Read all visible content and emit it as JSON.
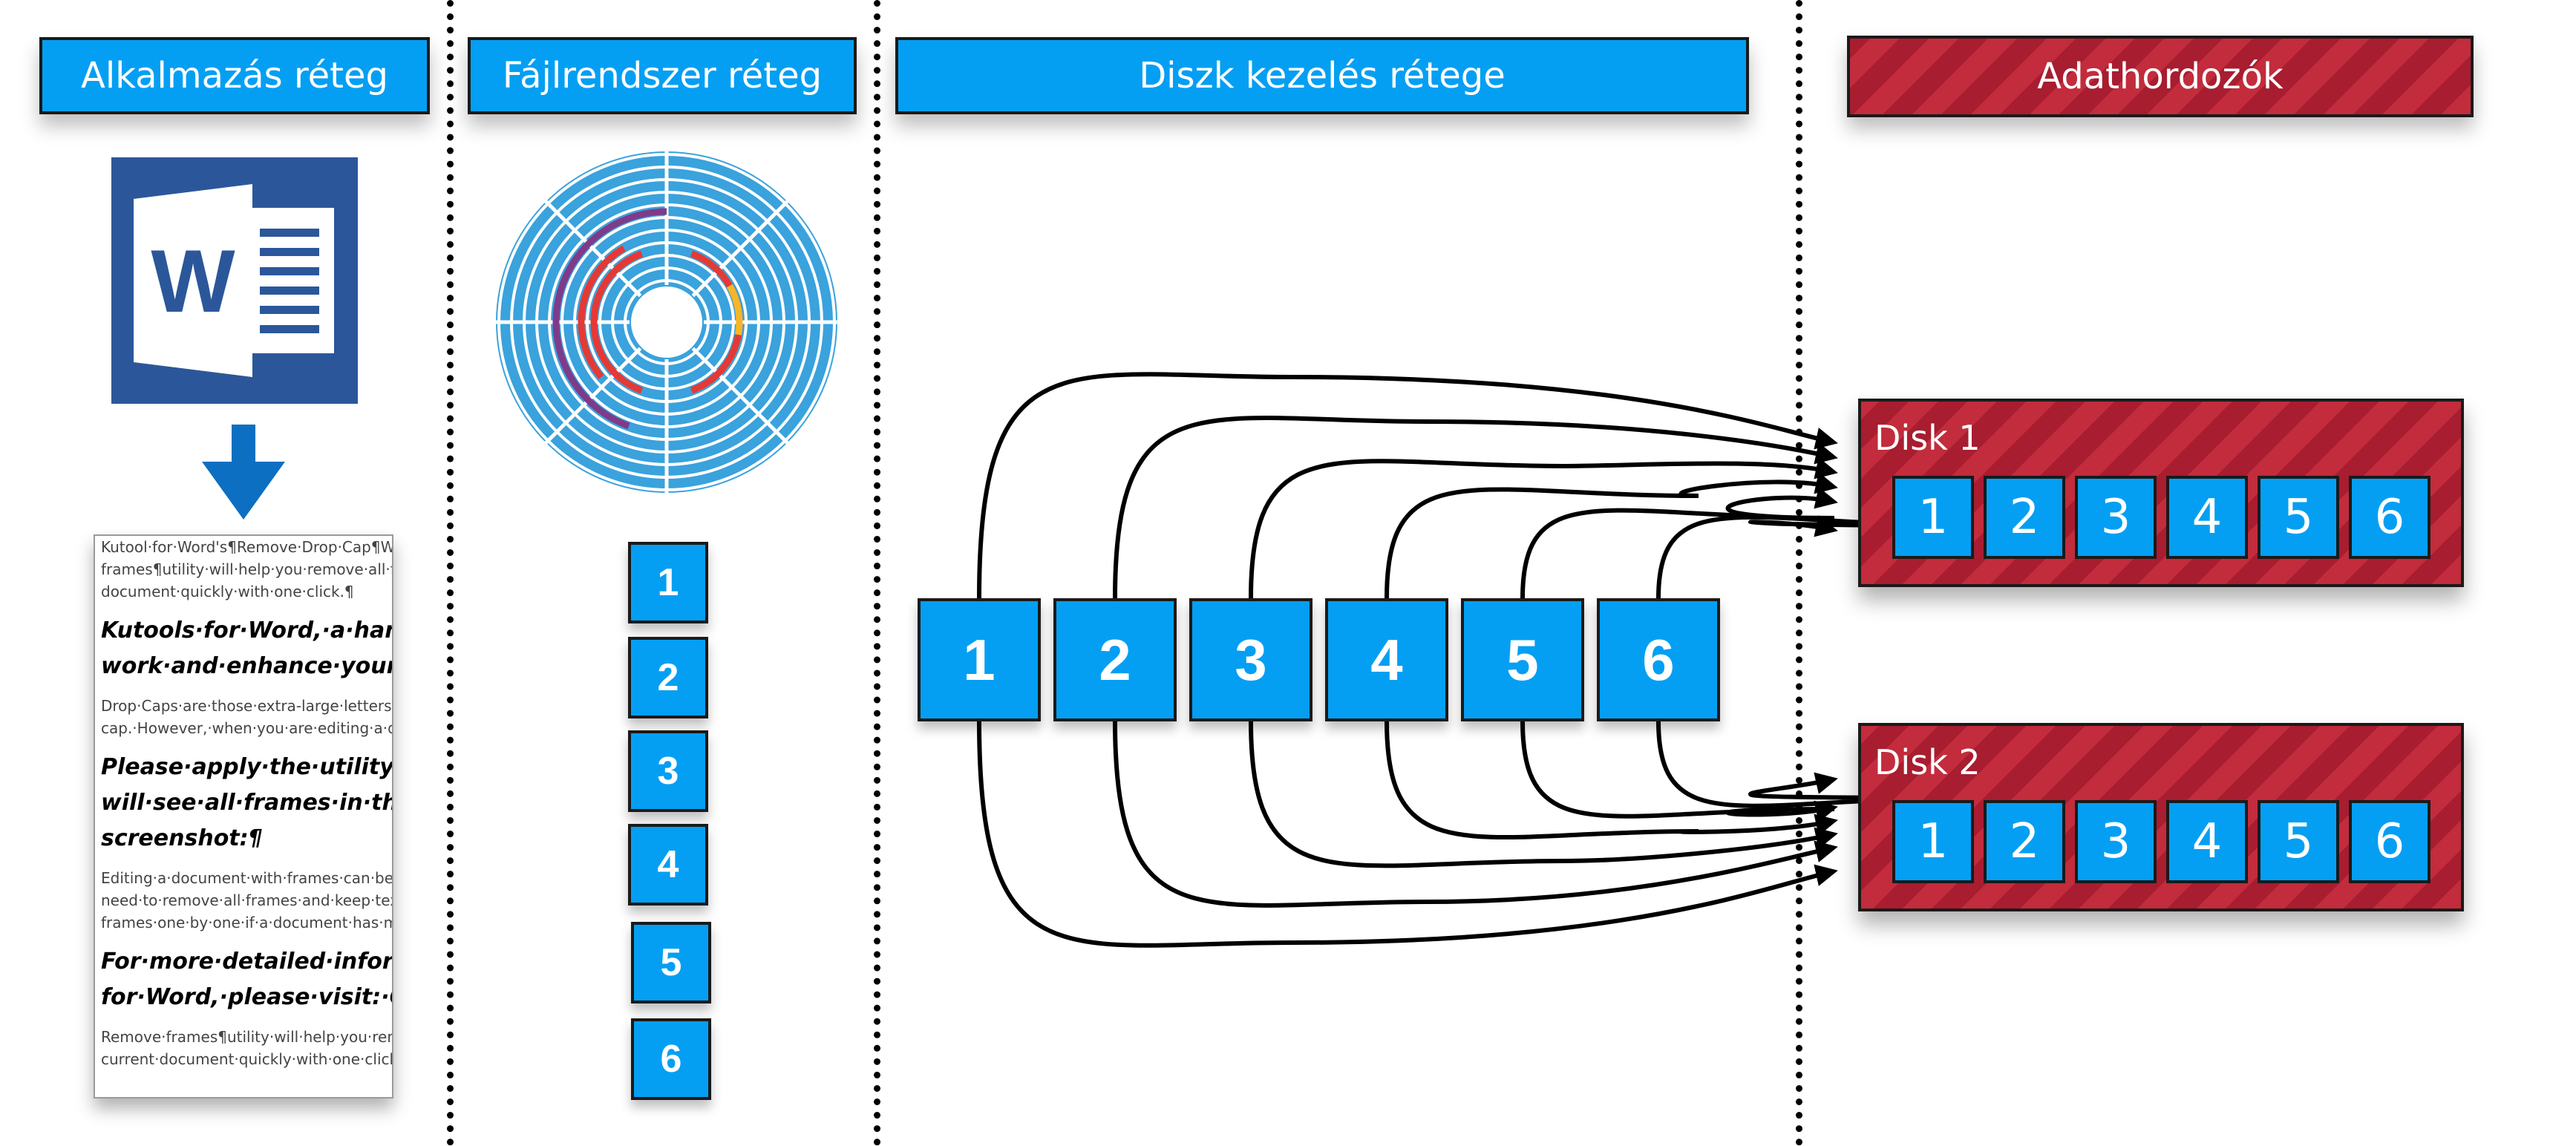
{
  "headers": {
    "app_layer": "Alkalmazás réteg",
    "fs_layer": "Fájlrendszer réteg",
    "disk_mgmt_layer": "Diszk kezelés rétege",
    "media": "Adathordozók"
  },
  "colors": {
    "blue": "#049ff3",
    "red": "#c22c3c",
    "word_blue": "#2b579a",
    "arrow_blue": "#0d6fc2"
  },
  "icons": [
    "word-icon",
    "down-arrow-icon",
    "disk-platter-icon"
  ],
  "word_icon_letter": "W",
  "document_lines": [
    {
      "style": "small",
      "text": "Kutool·for·Word's¶Remove·Drop·Cap¶W"
    },
    {
      "style": "small",
      "text": "frames¶utility·will·help·you·remove·all·fran"
    },
    {
      "style": "small",
      "text": "document·quickly·with·one·click.¶"
    },
    {
      "style": "big",
      "text": "Kutools·for·Word,·a·handy·add"
    },
    {
      "style": "big",
      "text": "work·and·enhance·your·ability"
    },
    {
      "style": "small",
      "text": "Drop·Caps·are·those·extra-large·letters·a"
    },
    {
      "style": "small",
      "text": "cap.·However,·when·you·are·editing·a·do"
    },
    {
      "style": "big",
      "text": "Please·apply·the·utility·by·click"
    },
    {
      "style": "big",
      "text": "will·see·all·frames·in·the·docur"
    },
    {
      "style": "big",
      "text": "screenshot:¶"
    },
    {
      "style": "small",
      "text": "Editing·a·document·with·frames·can·be·d"
    },
    {
      "style": "small",
      "text": "need·to·remove·all·frames·and·keep·text·"
    },
    {
      "style": "small",
      "text": "frames·one·by·one·if·a·document·has·mu"
    },
    {
      "style": "big",
      "text": "For·more·detailed·information"
    },
    {
      "style": "big",
      "text": "for·Word,·please·visit:·Open·U"
    },
    {
      "style": "small",
      "text": "Remove·frames¶utility·will·help·you·remov"
    },
    {
      "style": "small",
      "text": "current·document·quickly·with·one·click.¶"
    }
  ],
  "fs_blocks": [
    "1",
    "2",
    "3",
    "4",
    "5",
    "6"
  ],
  "middle_blocks": [
    "1",
    "2",
    "3",
    "4",
    "5",
    "6"
  ],
  "disks": [
    {
      "label": "Disk 1",
      "blocks": [
        "1",
        "2",
        "3",
        "4",
        "5",
        "6"
      ]
    },
    {
      "label": "Disk 2",
      "blocks": [
        "1",
        "2",
        "3",
        "4",
        "5",
        "6"
      ]
    }
  ]
}
